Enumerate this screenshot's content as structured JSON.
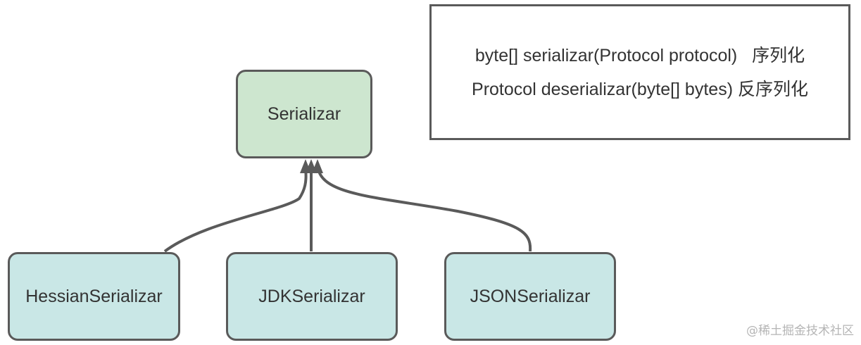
{
  "diagram": {
    "root": {
      "label": "Serializar"
    },
    "children": [
      {
        "id": "hessian",
        "label": "HessianSerializar"
      },
      {
        "id": "jdk",
        "label": "JDKSerializar"
      },
      {
        "id": "json",
        "label": "JSONSerializar"
      }
    ],
    "relation": "inheritance",
    "note": {
      "lines": [
        "byte[] serializar(Protocol protocol)   序列化",
        "Protocol deserializar(byte[] bytes) 反序列化"
      ]
    }
  },
  "watermark": "@稀土掘金技术社区",
  "colors": {
    "root_fill": "#cde6cf",
    "child_fill": "#c9e7e6",
    "stroke": "#5a5a5a",
    "text": "#333333"
  }
}
